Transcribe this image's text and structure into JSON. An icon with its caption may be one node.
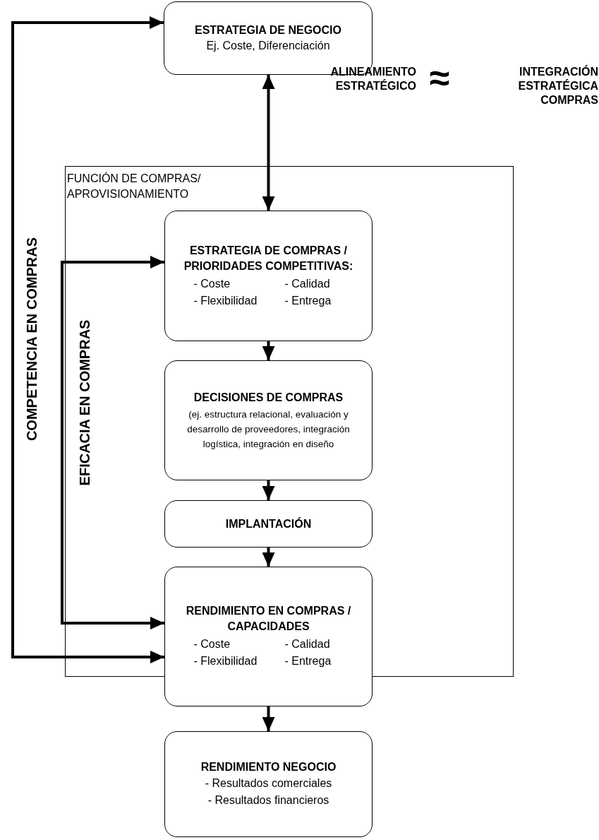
{
  "diagram": {
    "nodes": [
      {
        "text": [
          "ESTRATEGIA DE NEGOCIO",
          "Ej. Coste, Diferenciación"
        ]
      },
      {
        "text": [
          "FUNCIÓN DE COMPRAS/ APROVISIONAMIENTO"
        ]
      },
      {
        "text": [
          "**ESTRATEGIA DE COMPRAS / PRIORIDADES COMPETITIVAS**:",
          "- Coste",
          "- Calidad",
          "- Flexibilidad",
          "- Entrega"
        ],
        "in": 1
      },
      {
        "text": [
          "DECISIONES DE COMPRAS",
          "(ej. estructura relacional, evaluación y desarrollo de proveedores, integración logística, integración en diseño"
        ],
        "in": 1
      },
      {
        "text": [
          "IMPLANTACIÓN"
        ],
        "in": 1
      },
      {
        "text": [
          "RENDIMIENTO EN COMPRAS / CAPACIDADES",
          "- Coste",
          "- Calidad",
          "- Flexibilidad",
          "- Entrega"
        ]
      },
      {
        "text": [
          "RENDIMIENTO NEGOCIO",
          "- Resultados comerciales",
          "- Resultados financieros"
        ]
      }
    ],
    "edges": [
      {
        "from": 0,
        "to": 2,
        "arrow": "both"
      },
      {
        "from": 2,
        "to": 3,
        "arrow": "to"
      },
      {
        "from": 3,
        "to": 4,
        "arrow": "to"
      },
      {
        "from": 4,
        "to": 5,
        "arrow": "to"
      },
      {
        "from": 5,
        "to": 6,
        "arrow": "to"
      },
      {
        "from": 5,
        "to": 2,
        "arrow": "both",
        "label": "EFICACIA EN COMPRAS"
      },
      {
        "from": 5,
        "to": 0,
        "arrow": "both",
        "label": "COMPETENCIA EN COMPRAS"
      }
    ],
    "labels": [
      "ALINEAMIENTO ESTRATÉGICO",
      "≈",
      "INTEGRACIÓN ESTRATÉGICA COMPRAS"
    ]
  }
}
